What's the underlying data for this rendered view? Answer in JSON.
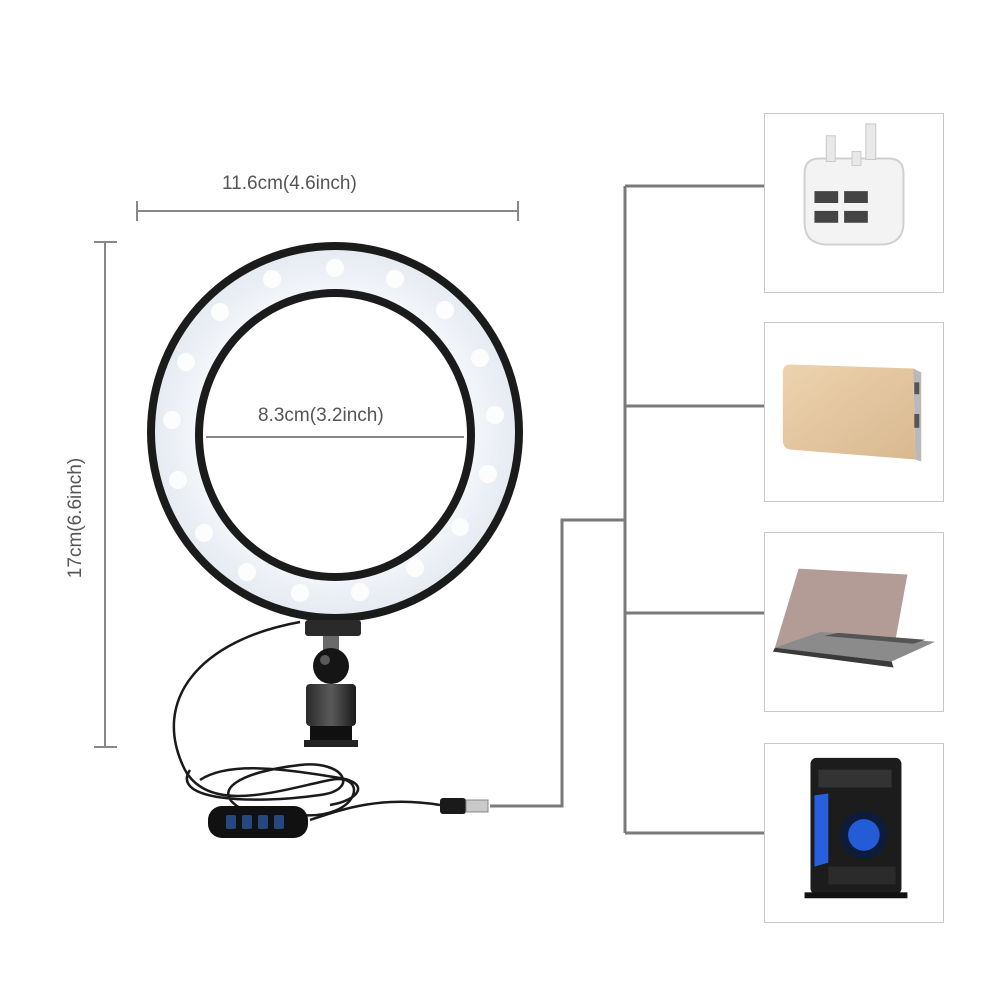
{
  "dimensions": {
    "outer_width": "11.6cm(4.6inch)",
    "inner_diameter": "8.3cm(3.2inch)",
    "height": "17cm(6.6inch)"
  },
  "power_sources": [
    {
      "icon": "wall-adapter-icon"
    },
    {
      "icon": "power-bank-icon"
    },
    {
      "icon": "laptop-icon"
    },
    {
      "icon": "desktop-pc-icon"
    }
  ],
  "colors": {
    "dimension_line": "#888888",
    "connector_line": "#7a7a7a",
    "ring_frame": "#1b1b1b",
    "led_white": "#f4f7fb",
    "pc_accent": "#2a6bff"
  }
}
